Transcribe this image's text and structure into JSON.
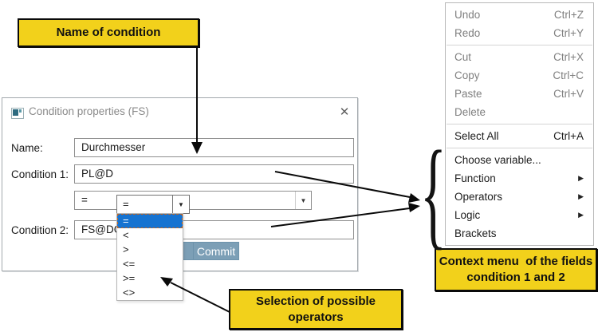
{
  "colors": {
    "callout_yellow": "#F2D11B",
    "selection_blue": "#1673D1",
    "commit_button": "#7C9FB6"
  },
  "callouts": {
    "name_of_condition": "Name of condition",
    "selection_line1": "Selection of possible",
    "selection_line2": "operators",
    "context_line1": "Context menu  of the fields",
    "context_line2": "condition 1 and 2"
  },
  "dialog": {
    "title": "Condition properties (FS)",
    "close_icon": "✕",
    "fields": [
      {
        "label": "Name:",
        "value": "Durchmesser"
      },
      {
        "label": "Condition 1:",
        "value": "PL@D"
      },
      {
        "label": "Condition 2:",
        "value": "FS@DG"
      }
    ],
    "operator_combo_value": "=",
    "commit_label": "Commit"
  },
  "operator_dropdown": {
    "value": "=",
    "selected": "=",
    "options": [
      "=",
      "<",
      ">",
      "<=",
      ">=",
      "<>"
    ]
  },
  "context_menu": {
    "items": [
      {
        "label": "Undo",
        "shortcut": "Ctrl+Z"
      },
      {
        "label": "Redo",
        "shortcut": "Ctrl+Y"
      },
      {
        "label": "Cut",
        "shortcut": "Ctrl+X"
      },
      {
        "label": "Copy",
        "shortcut": "Ctrl+C"
      },
      {
        "label": "Paste",
        "shortcut": "Ctrl+V"
      },
      {
        "label": "Delete",
        "shortcut": ""
      },
      {
        "label": "Select All",
        "shortcut": "Ctrl+A"
      },
      {
        "label": "Choose variable...",
        "shortcut": ""
      },
      {
        "label": "Function",
        "shortcut": ""
      },
      {
        "label": "Operators",
        "shortcut": ""
      },
      {
        "label": "Logic",
        "shortcut": ""
      },
      {
        "label": "Brackets",
        "shortcut": ""
      }
    ]
  },
  "icons": {
    "dropdown_arrow": "▼",
    "submenu_arrow": "▶",
    "brace": "{"
  }
}
